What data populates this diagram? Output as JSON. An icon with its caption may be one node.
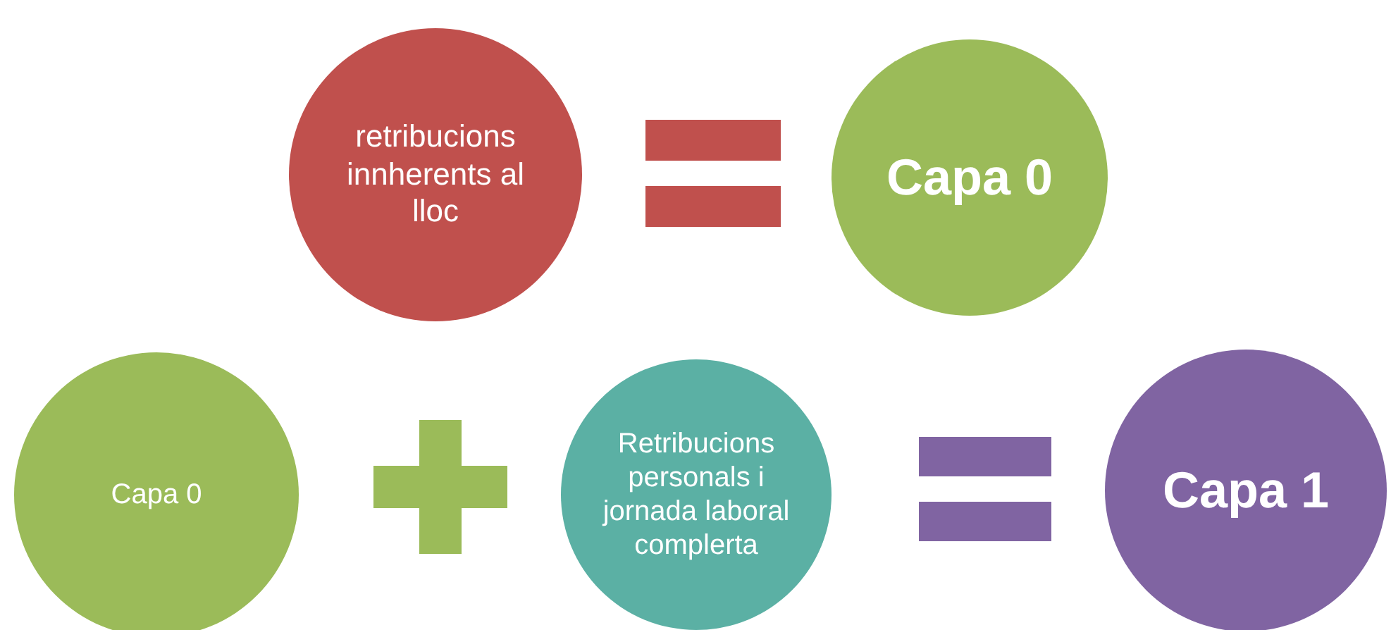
{
  "diagram": {
    "nodes": [
      {
        "text": [
          "retribucions innherents al lloc"
        ]
      },
      {
        "text": [
          "Capa 0"
        ]
      },
      {
        "text": [
          "Capa 0"
        ]
      },
      {
        "text": [
          "Retribucions personals i jornada laboral complerta"
        ]
      },
      {
        "text": [
          "Capa 1"
        ]
      }
    ]
  }
}
